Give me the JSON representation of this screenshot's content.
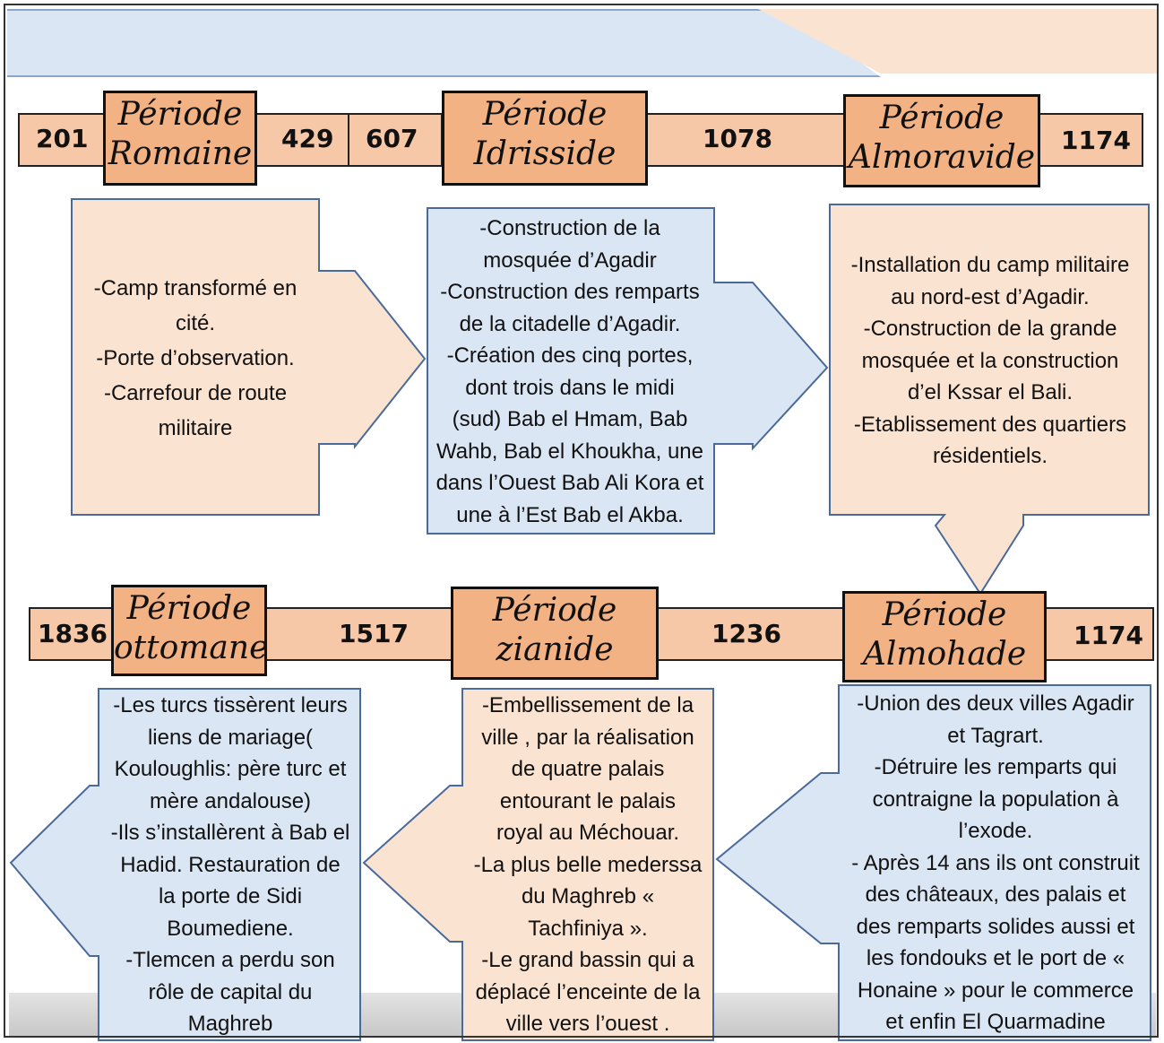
{
  "row1": {
    "years": [
      "201",
      "429",
      "607",
      "1078",
      "1174"
    ],
    "periods": [
      {
        "line1": "Période",
        "line2": "Romaine"
      },
      {
        "line1": "Période",
        "line2": "Idrisside"
      },
      {
        "line1": "Période",
        "line2": "Almoravide"
      }
    ]
  },
  "row2": {
    "years": [
      "1836",
      "1517",
      "1236",
      "1174"
    ],
    "periods": [
      {
        "line1": "Période",
        "line2": "ottomane"
      },
      {
        "line1": "Période",
        "line2": "zianide"
      },
      {
        "line1": "Période",
        "line2": "Almohade"
      }
    ]
  },
  "boxes": {
    "romaine": [
      "-Camp transformé en",
      "cité.",
      "-Porte d’observation.",
      "-Carrefour de route",
      "militaire"
    ],
    "idrisside": [
      "-Construction de la",
      "mosquée d’Agadir",
      "-Construction des remparts",
      "de la citadelle d’Agadir.",
      "-Création des cinq portes,",
      "dont trois dans le midi",
      "(sud) Bab el Hmam, Bab",
      "Wahb, Bab el Khoukha, une",
      "dans l’Ouest Bab Ali Kora et",
      "une à l’Est Bab el Akba."
    ],
    "almoravide": [
      "-Installation du camp militaire",
      "au nord-est d’Agadir.",
      "-Construction de la grande",
      "mosquée et la construction",
      "d’el Kssar el Bali.",
      "-Etablissement  des quartiers",
      "résidentiels."
    ],
    "almohade": [
      "-Union des deux villes Agadir",
      "et Tagrart.",
      "-Détruire les remparts qui",
      "contraigne la population à",
      "l’exode.",
      "- Après 14 ans ils ont construit",
      "des châteaux, des palais et",
      "des remparts solides aussi et",
      "les fondouks et le port de «",
      "Honaine » pour le commerce",
      "et enfin El Quarmadine"
    ],
    "zianide": [
      "-Embellissement de la",
      "ville , par la réalisation",
      "de quatre palais",
      "entourant le palais",
      "royal au Méchouar.",
      "-La plus belle mederssa",
      "du Maghreb «",
      "Tachfiniya ».",
      "-Le grand bassin qui a",
      "déplacé l’enceinte de la",
      "ville vers l’ouest ."
    ],
    "ottomane": [
      "-Les turcs tissèrent leurs",
      "liens de mariage(",
      "Kouloughlis: père turc et",
      "mère andalouse)",
      "-Ils s’installèrent à Bab el",
      "Hadid. Restauration de",
      "la porte de Sidi",
      "Boumediene.",
      "-Tlemcen a perdu son",
      "rôle de capital du",
      "Maghreb"
    ]
  },
  "colors": {
    "peach": "#fbe3d1",
    "blue": "#dbe6f4",
    "period": "#f3b283",
    "timeline": "#f7c8a7",
    "border": "#4a6a9a"
  }
}
